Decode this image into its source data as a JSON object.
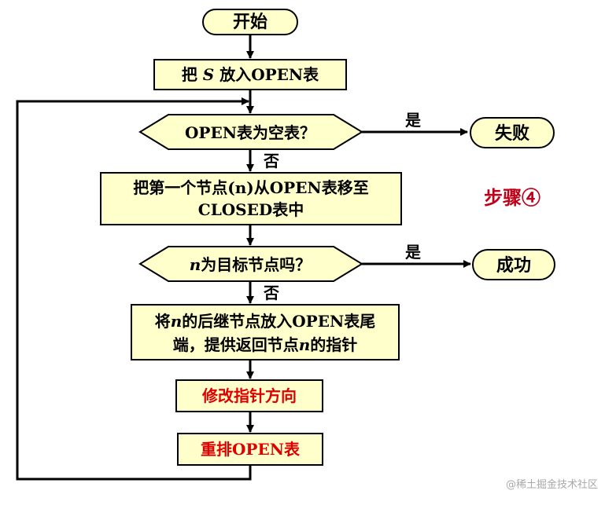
{
  "flowchart": {
    "start": "开始",
    "step_put_s": {
      "before": "把 ",
      "var": "S",
      "after": " 放入OPEN表"
    },
    "decision_empty": "OPEN表为空表？",
    "fail": "失败",
    "yes_1": "是",
    "no_1": "否",
    "move_node": {
      "line1": "把第一个节点(n)从OPEN表移至",
      "line2": "CLOSED表中"
    },
    "decision_goal": {
      "var": "n",
      "after": "为目标节点吗？"
    },
    "success": "成功",
    "yes_2": "是",
    "no_2": "否",
    "expand": {
      "line1_before": "将",
      "line1_var": "n",
      "line1_after": "的后继节点放入OPEN表尾",
      "line2_before": "端，提供返回节点",
      "line2_var": "n",
      "line2_after": "的指针"
    },
    "modify_pointer": "修改指针方向",
    "reorder": "重排OPEN表",
    "step_label": "步骤④"
  },
  "watermark": "@稀土掘金技术社区",
  "colors": {
    "box_fill": "#ffffcc",
    "stroke": "#000000",
    "red_text": "#e00000",
    "step_label": "#c0001a"
  }
}
